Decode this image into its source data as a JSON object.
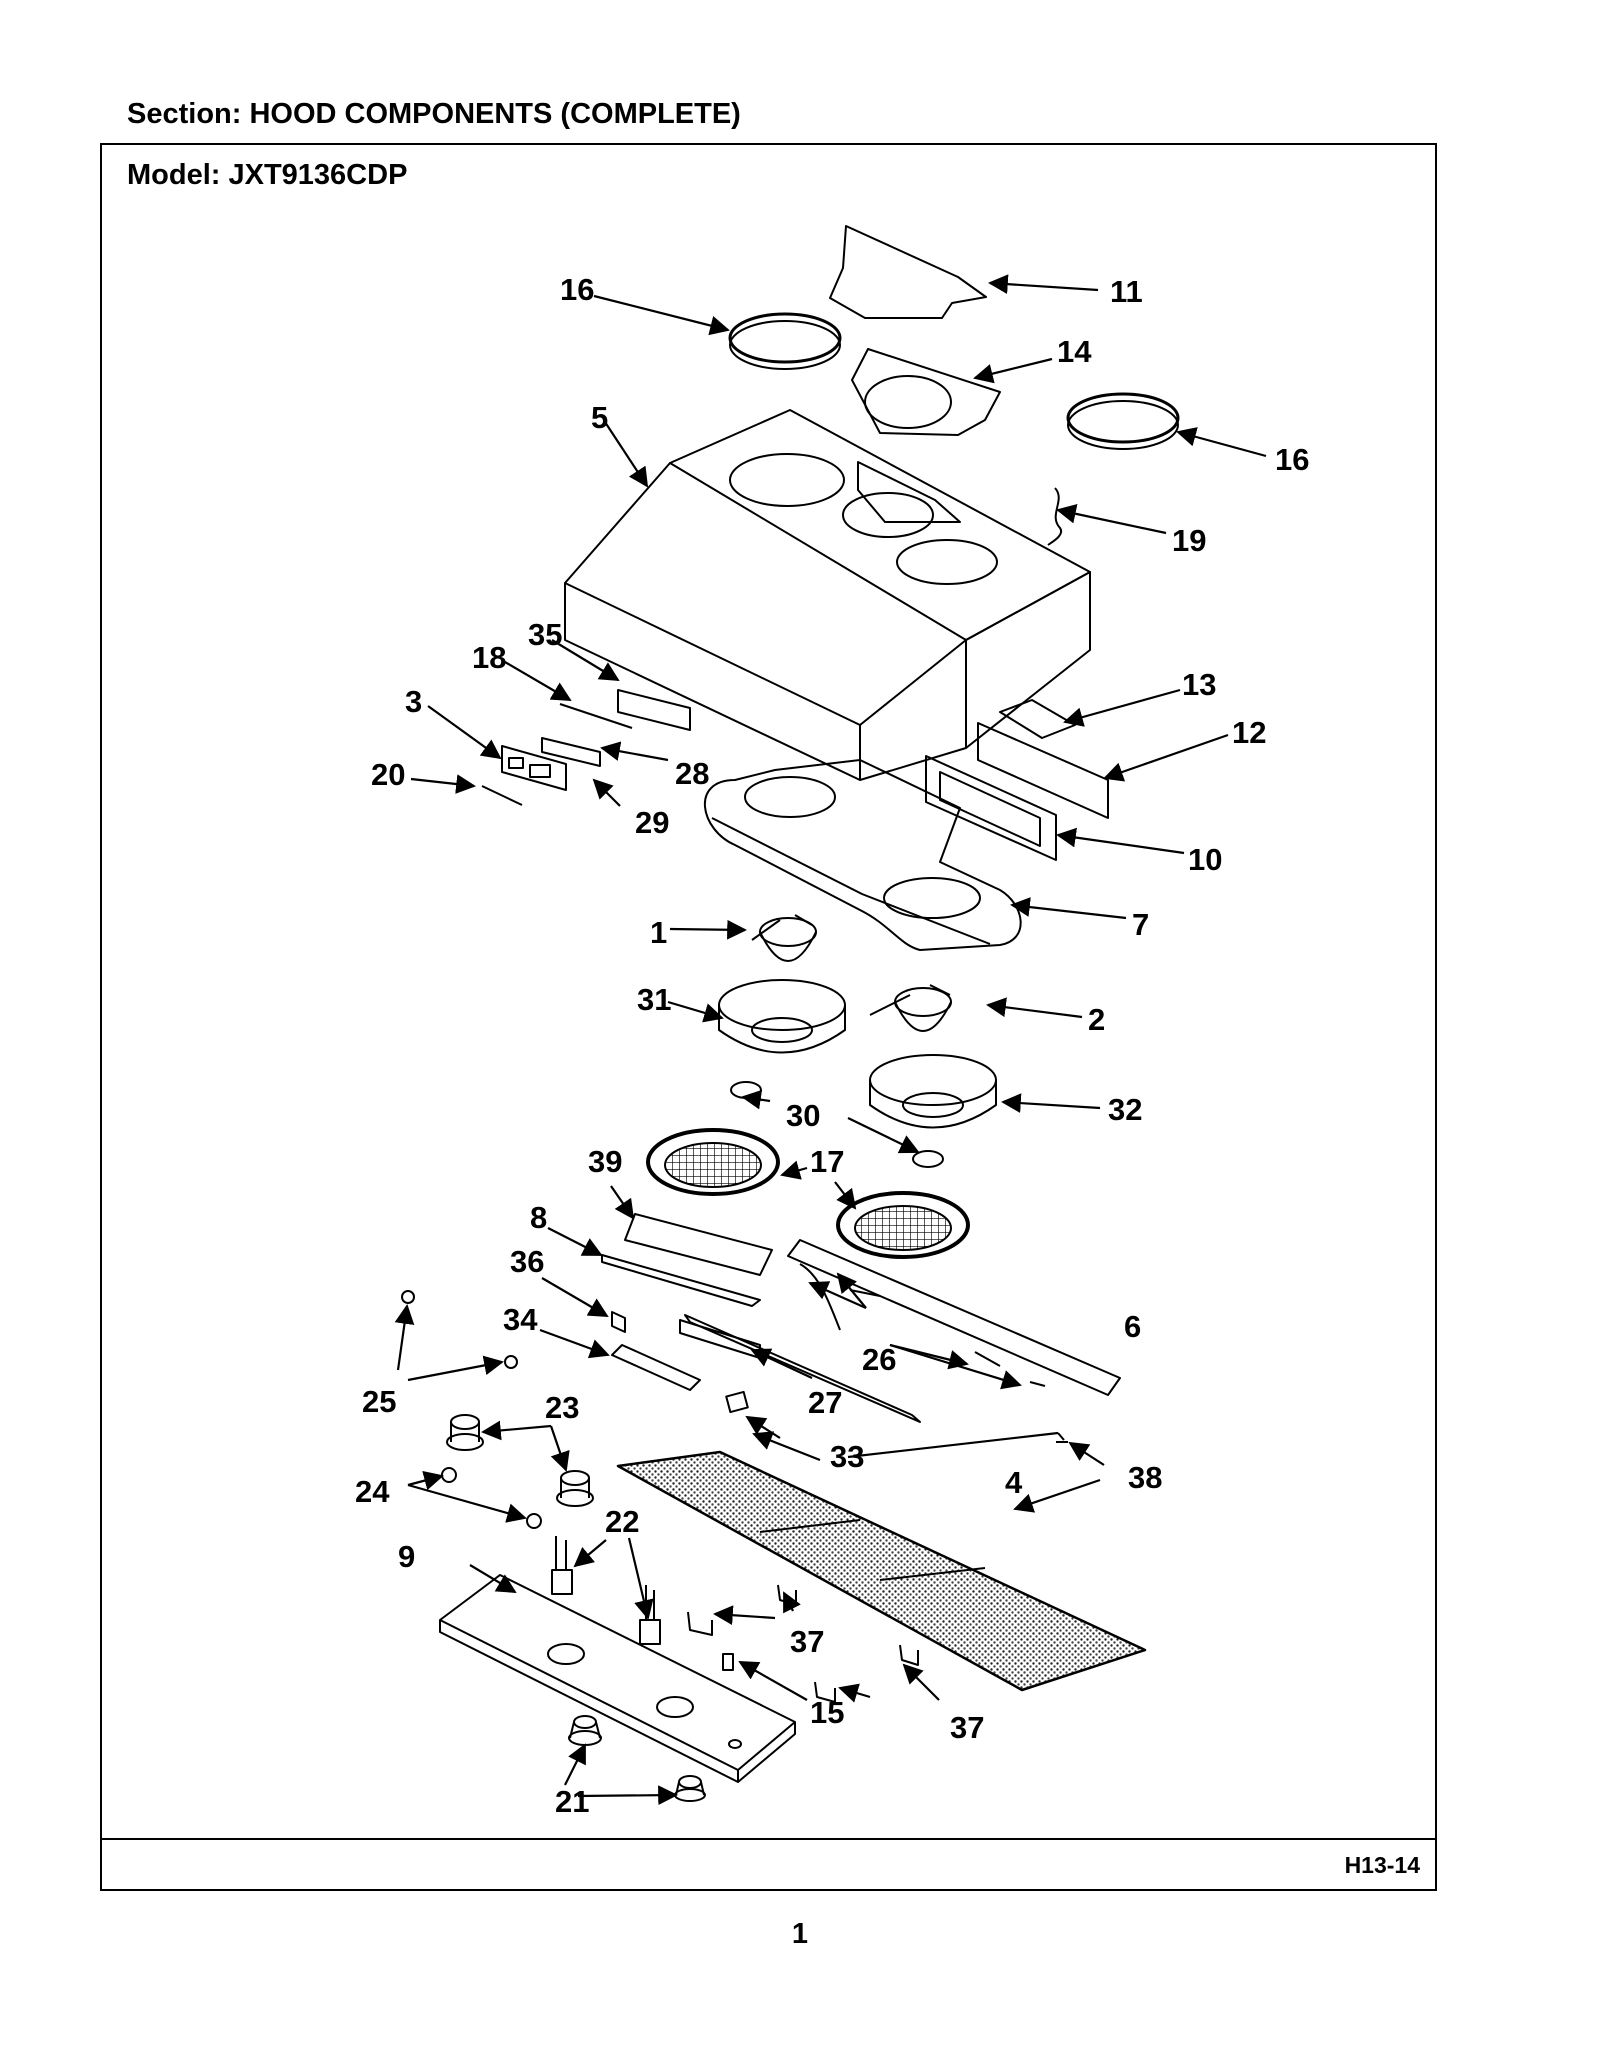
{
  "header": {
    "section_label": "Section:  HOOD COMPONENTS (COMPLETE)",
    "model_label": "Model:  JXT9136CDP"
  },
  "footer": {
    "reference": "H13-14",
    "page_number": "1"
  },
  "callouts": {
    "c1": "1",
    "c2": "2",
    "c3": "3",
    "c4": "4",
    "c5": "5",
    "c6": "6",
    "c7": "7",
    "c8": "8",
    "c9": "9",
    "c10": "10",
    "c11": "11",
    "c12": "12",
    "c13": "13",
    "c14": "14",
    "c15": "15",
    "c16a": "16",
    "c16b": "16",
    "c17": "17",
    "c18": "18",
    "c19": "19",
    "c20": "20",
    "c21": "21",
    "c22": "22",
    "c23": "23",
    "c24": "24",
    "c25": "25",
    "c26": "26",
    "c27": "27",
    "c28": "28",
    "c29": "29",
    "c30": "30",
    "c31": "31",
    "c32": "32",
    "c33": "33",
    "c34": "34",
    "c35": "35",
    "c36": "36",
    "c37a": "37",
    "c37b": "37",
    "c38": "38",
    "c39": "39"
  }
}
